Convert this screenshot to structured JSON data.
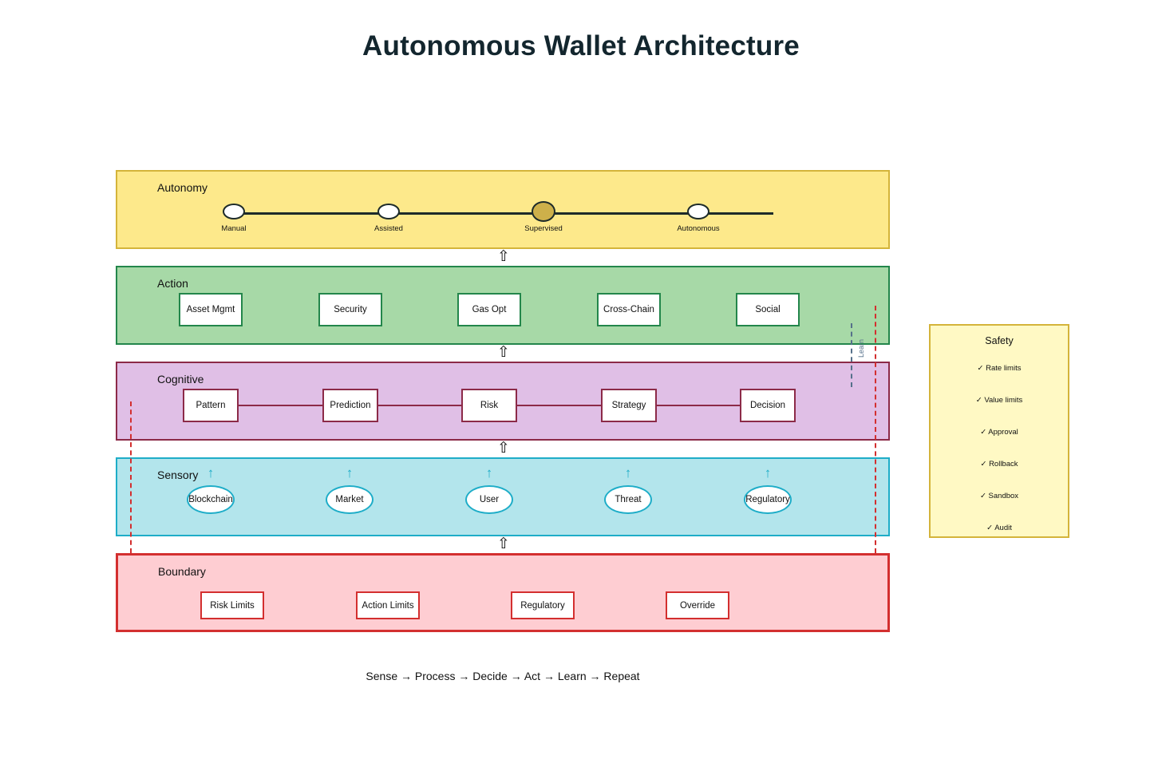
{
  "title": "Autonomous Wallet Architecture",
  "layers": {
    "autonomy": {
      "label": "Autonomy",
      "levels": [
        "Manual",
        "Assisted",
        "Supervised",
        "Autonomous"
      ],
      "active_level": "Supervised"
    },
    "action": {
      "label": "Action",
      "items": [
        "Asset Mgmt",
        "Security",
        "Gas Opt",
        "Cross-Chain",
        "Social"
      ]
    },
    "cognitive": {
      "label": "Cognitive",
      "items": [
        "Pattern",
        "Prediction",
        "Risk",
        "Strategy",
        "Decision"
      ]
    },
    "sensory": {
      "label": "Sensory",
      "items": [
        "Blockchain",
        "Market",
        "User",
        "Threat",
        "Regulatory"
      ],
      "arrow_glyph": "↑"
    },
    "boundary": {
      "label": "Boundary",
      "items": [
        "Risk Limits",
        "Action Limits",
        "Regulatory",
        "Override"
      ]
    }
  },
  "flow_arrow_glyph": "⇧",
  "learn_label": "Learn",
  "safety": {
    "title": "Safety",
    "items": [
      "✓ Rate limits",
      "✓ Value limits",
      "✓ Approval",
      "✓ Rollback",
      "✓ Sandbox",
      "✓ Audit"
    ]
  },
  "footer": "Sense → Process → Decide → Act → Learn → Repeat",
  "colors": {
    "autonomy_fill": "#fde98b",
    "autonomy_border": "#d4b43a",
    "action_fill": "#a7d9a7",
    "action_border": "#23864b",
    "cognitive_fill": "#e0bfe6",
    "cognitive_border": "#8c2a48",
    "sensory_fill": "#b3e5ec",
    "sensory_border": "#1eadc8",
    "boundary_fill": "#fecdd2",
    "boundary_border": "#d32f2f",
    "safety_fill": "#fff9c4"
  }
}
